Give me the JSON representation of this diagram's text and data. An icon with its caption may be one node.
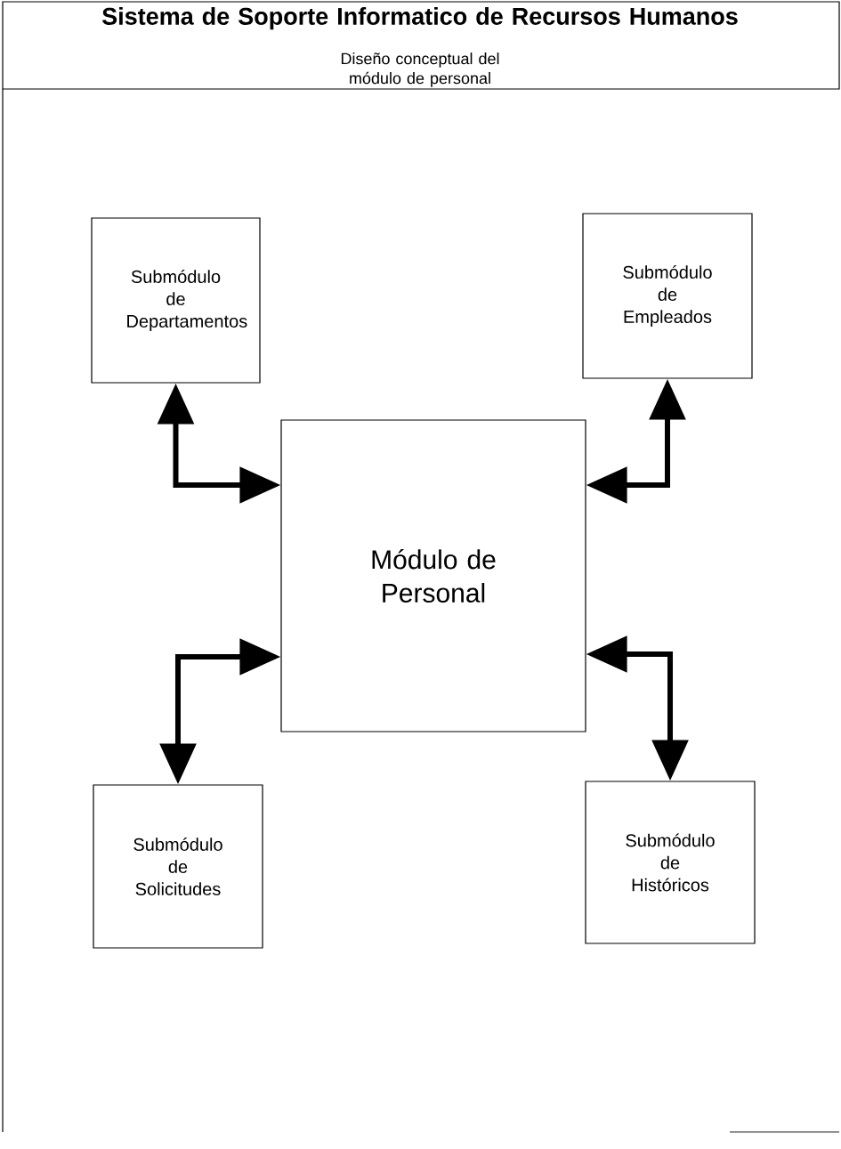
{
  "diagram": {
    "title": "Sistema de Soporte Informatico de Recursos Humanos",
    "nodes": [
      {
        "text": [
          "Submódulo de Departamentos"
        ]
      },
      {
        "text": [
          "Submódulo de Empleados"
        ]
      },
      {
        "text": [
          "Módulo de Personal"
        ]
      },
      {
        "text": [
          "Submódulo de Solicitudes"
        ]
      },
      {
        "text": [
          "Submódulo de Históricos"
        ]
      }
    ],
    "edges": [
      {
        "from": 0,
        "to": 2,
        "arrow": "both"
      },
      {
        "from": 1,
        "to": 2,
        "arrow": "both"
      },
      {
        "from": 3,
        "to": 2,
        "arrow": "both"
      },
      {
        "from": 4,
        "to": 2,
        "arrow": "both"
      }
    ],
    "labels": [
      "Diseño conceptual del módulo de personal"
    ]
  }
}
